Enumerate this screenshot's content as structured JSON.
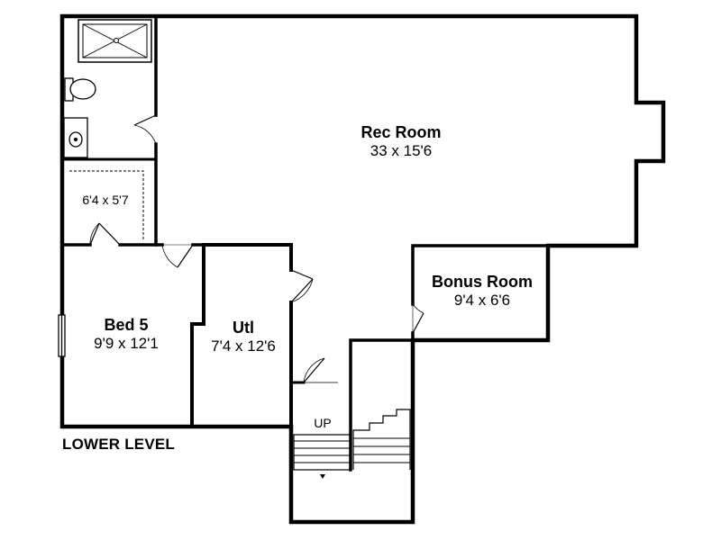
{
  "plan": {
    "level_label": "LOWER LEVEL",
    "stair_label": "UP",
    "rooms": [
      {
        "id": "rec-room",
        "name": "Rec Room",
        "dims": "33 x 15'6"
      },
      {
        "id": "closet",
        "name": "",
        "dims": "6'4 x 5'7"
      },
      {
        "id": "bed-5",
        "name": "Bed 5",
        "dims": "9'9 x 12'1"
      },
      {
        "id": "utl",
        "name": "Utl",
        "dims": "7'4 x 12'6"
      },
      {
        "id": "bonus-room",
        "name": "Bonus Room",
        "dims": "9'4 x 6'6"
      }
    ]
  }
}
